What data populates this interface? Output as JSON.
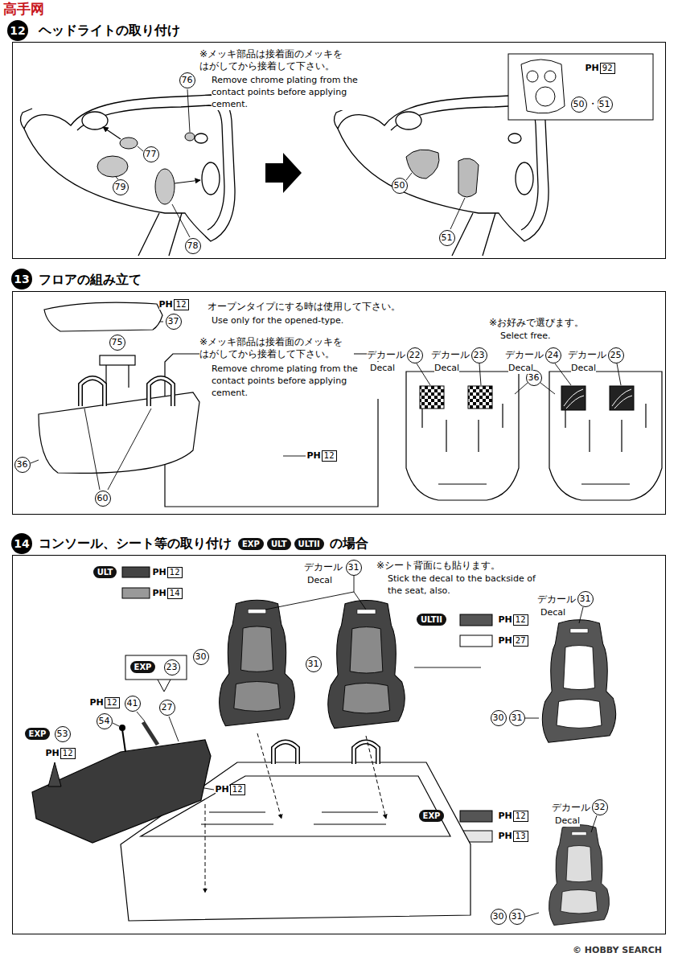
{
  "diagram": {
    "nodes": [
      {
        "text": [
          "12"
        ]
      },
      {
        "text": [
          "ヘッドライトの取り付け"
        ]
      },
      {
        "text": [
          "76"
        ],
        "in": 1
      },
      {
        "text": [
          "77"
        ],
        "in": 1
      },
      {
        "text": [
          "79"
        ],
        "in": 1
      },
      {
        "text": [
          "78"
        ],
        "in": 1
      },
      {
        "text": [
          "50"
        ],
        "in": 1
      },
      {
        "text": [
          "51"
        ],
        "in": 1
      },
      {
        "text": [
          "PH",
          "92"
        ],
        "in": 1
      },
      {
        "text": [
          "50"
        ],
        "in": 1
      },
      {
        "text": [
          "51"
        ],
        "in": 1
      },
      {
        "text": [
          "13"
        ]
      },
      {
        "text": [
          "フロアの組み立て"
        ]
      },
      {
        "text": [
          "PH",
          "12"
        ],
        "in": 12
      },
      {
        "text": [
          "37"
        ],
        "in": 12
      },
      {
        "text": [
          "75"
        ],
        "in": 12
      },
      {
        "text": [
          "36"
        ],
        "in": 12
      },
      {
        "text": [
          "60"
        ],
        "in": 12
      },
      {
        "text": [
          "PH",
          "12"
        ],
        "in": 12
      },
      {
        "text": [
          "22"
        ],
        "in": 12
      },
      {
        "text": [
          "23"
        ],
        "in": 12
      },
      {
        "text": [
          "24"
        ],
        "in": 12
      },
      {
        "text": [
          "25"
        ],
        "in": 12
      },
      {
        "text": [
          "36"
        ],
        "in": 12
      },
      {
        "text": [
          "14"
        ]
      },
      {
        "text": [
          "コンソール、シート等の取り付け",
          "の場合"
        ]
      },
      {
        "text": [
          "EXP"
        ]
      },
      {
        "text": [
          "ULT"
        ]
      },
      {
        "text": [
          "ULTII"
        ]
      },
      {
        "text": [
          "ULT"
        ],
        "in": 25
      },
      {
        "text": [
          "PH",
          "12"
        ],
        "in": 25
      },
      {
        "text": [
          "PH",
          "14"
        ],
        "in": 25
      },
      {
        "text": [
          "31"
        ],
        "in": 25
      },
      {
        "text": [
          "30"
        ],
        "in": 25
      },
      {
        "text": [
          "31"
        ],
        "in": 25
      },
      {
        "text": [
          "EXP"
        ],
        "in": 25
      },
      {
        "text": [
          "23"
        ],
        "in": 25
      },
      {
        "text": [
          "PH",
          "12"
        ],
        "in": 25
      },
      {
        "text": [
          "41"
        ],
        "in": 25
      },
      {
        "text": [
          "27"
        ],
        "in": 25
      },
      {
        "text": [
          "54"
        ],
        "in": 25
      },
      {
        "text": [
          "EXP"
        ],
        "in": 25
      },
      {
        "text": [
          "53"
        ],
        "in": 25
      },
      {
        "text": [
          "PH",
          "12"
        ],
        "in": 25
      },
      {
        "text": [
          "PH",
          "12"
        ],
        "in": 25
      },
      {
        "text": [
          "ULTII"
        ],
        "in": 25
      },
      {
        "text": [
          "PH",
          "12"
        ],
        "in": 25
      },
      {
        "text": [
          "PH",
          "27"
        ],
        "in": 25
      },
      {
        "text": [
          "31"
        ],
        "in": 25
      },
      {
        "text": [
          "30"
        ],
        "in": 25
      },
      {
        "text": [
          "31"
        ],
        "in": 25
      },
      {
        "text": [
          "EXP"
        ],
        "in": 25
      },
      {
        "text": [
          "PH",
          "12"
        ],
        "in": 25
      },
      {
        "text": [
          "PH",
          "13"
        ],
        "in": 25
      },
      {
        "text": [
          "32"
        ],
        "in": 25
      },
      {
        "text": [
          "30"
        ],
        "in": 25
      },
      {
        "text": [
          "31"
        ],
        "in": 25
      }
    ],
    "labels": [
      "高手网",
      "※メッキ部品は接着面のメッキを はがしてから接着して下さい。",
      "Remove chrome plating from the contact points before applying cement.",
      "・",
      "オープンタイプにする時は使用して下さい。",
      "Use only for the opened-type.",
      "※メッキ部品は接着面のメッキを はがしてから接着して下さい。",
      "Remove chrome plating from the contact points before applying cement.",
      "※お好みで選びます。",
      "Select free.",
      "デカール",
      "Decal",
      "デカール",
      "Decal",
      "デカール",
      "Decal",
      "デカール",
      "Decal",
      "デカール",
      "Decal",
      "※シート背面にも貼ります。",
      "Stick the decal to the backside of the seat, also.",
      "デカール",
      "Decal",
      "デカール",
      "Decal",
      "© HOBBY SEARCH"
    ]
  }
}
